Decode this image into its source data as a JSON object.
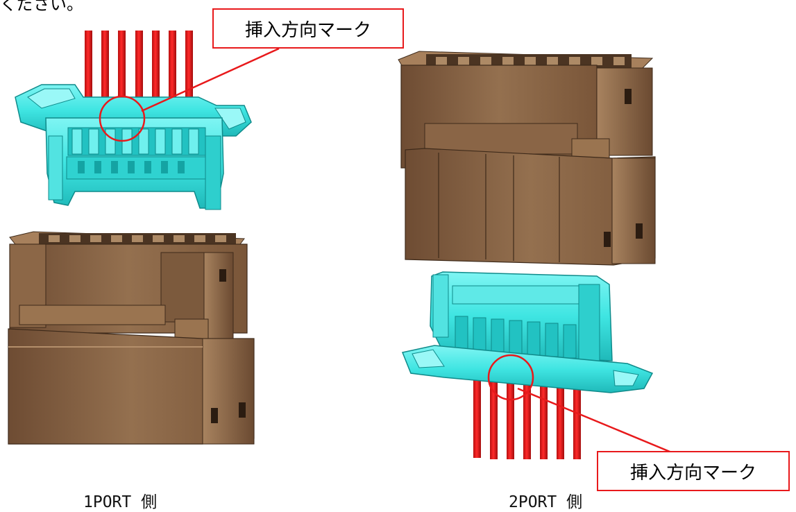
{
  "header_fragment": "ください。",
  "callouts": [
    {
      "text": "挿入方向マーク"
    },
    {
      "text": "挿入方向マーク"
    }
  ],
  "port_labels": [
    {
      "text": "1PORT 側"
    },
    {
      "text": "2PORT 側"
    }
  ],
  "colors": {
    "plug_body": "#3fe5e2",
    "plug_dark": "#16a8a8",
    "pins": "#e11b1b",
    "receptacle_body": "#8a6344",
    "receptacle_dark": "#5b3f29",
    "callout_border": "#e8191b"
  }
}
